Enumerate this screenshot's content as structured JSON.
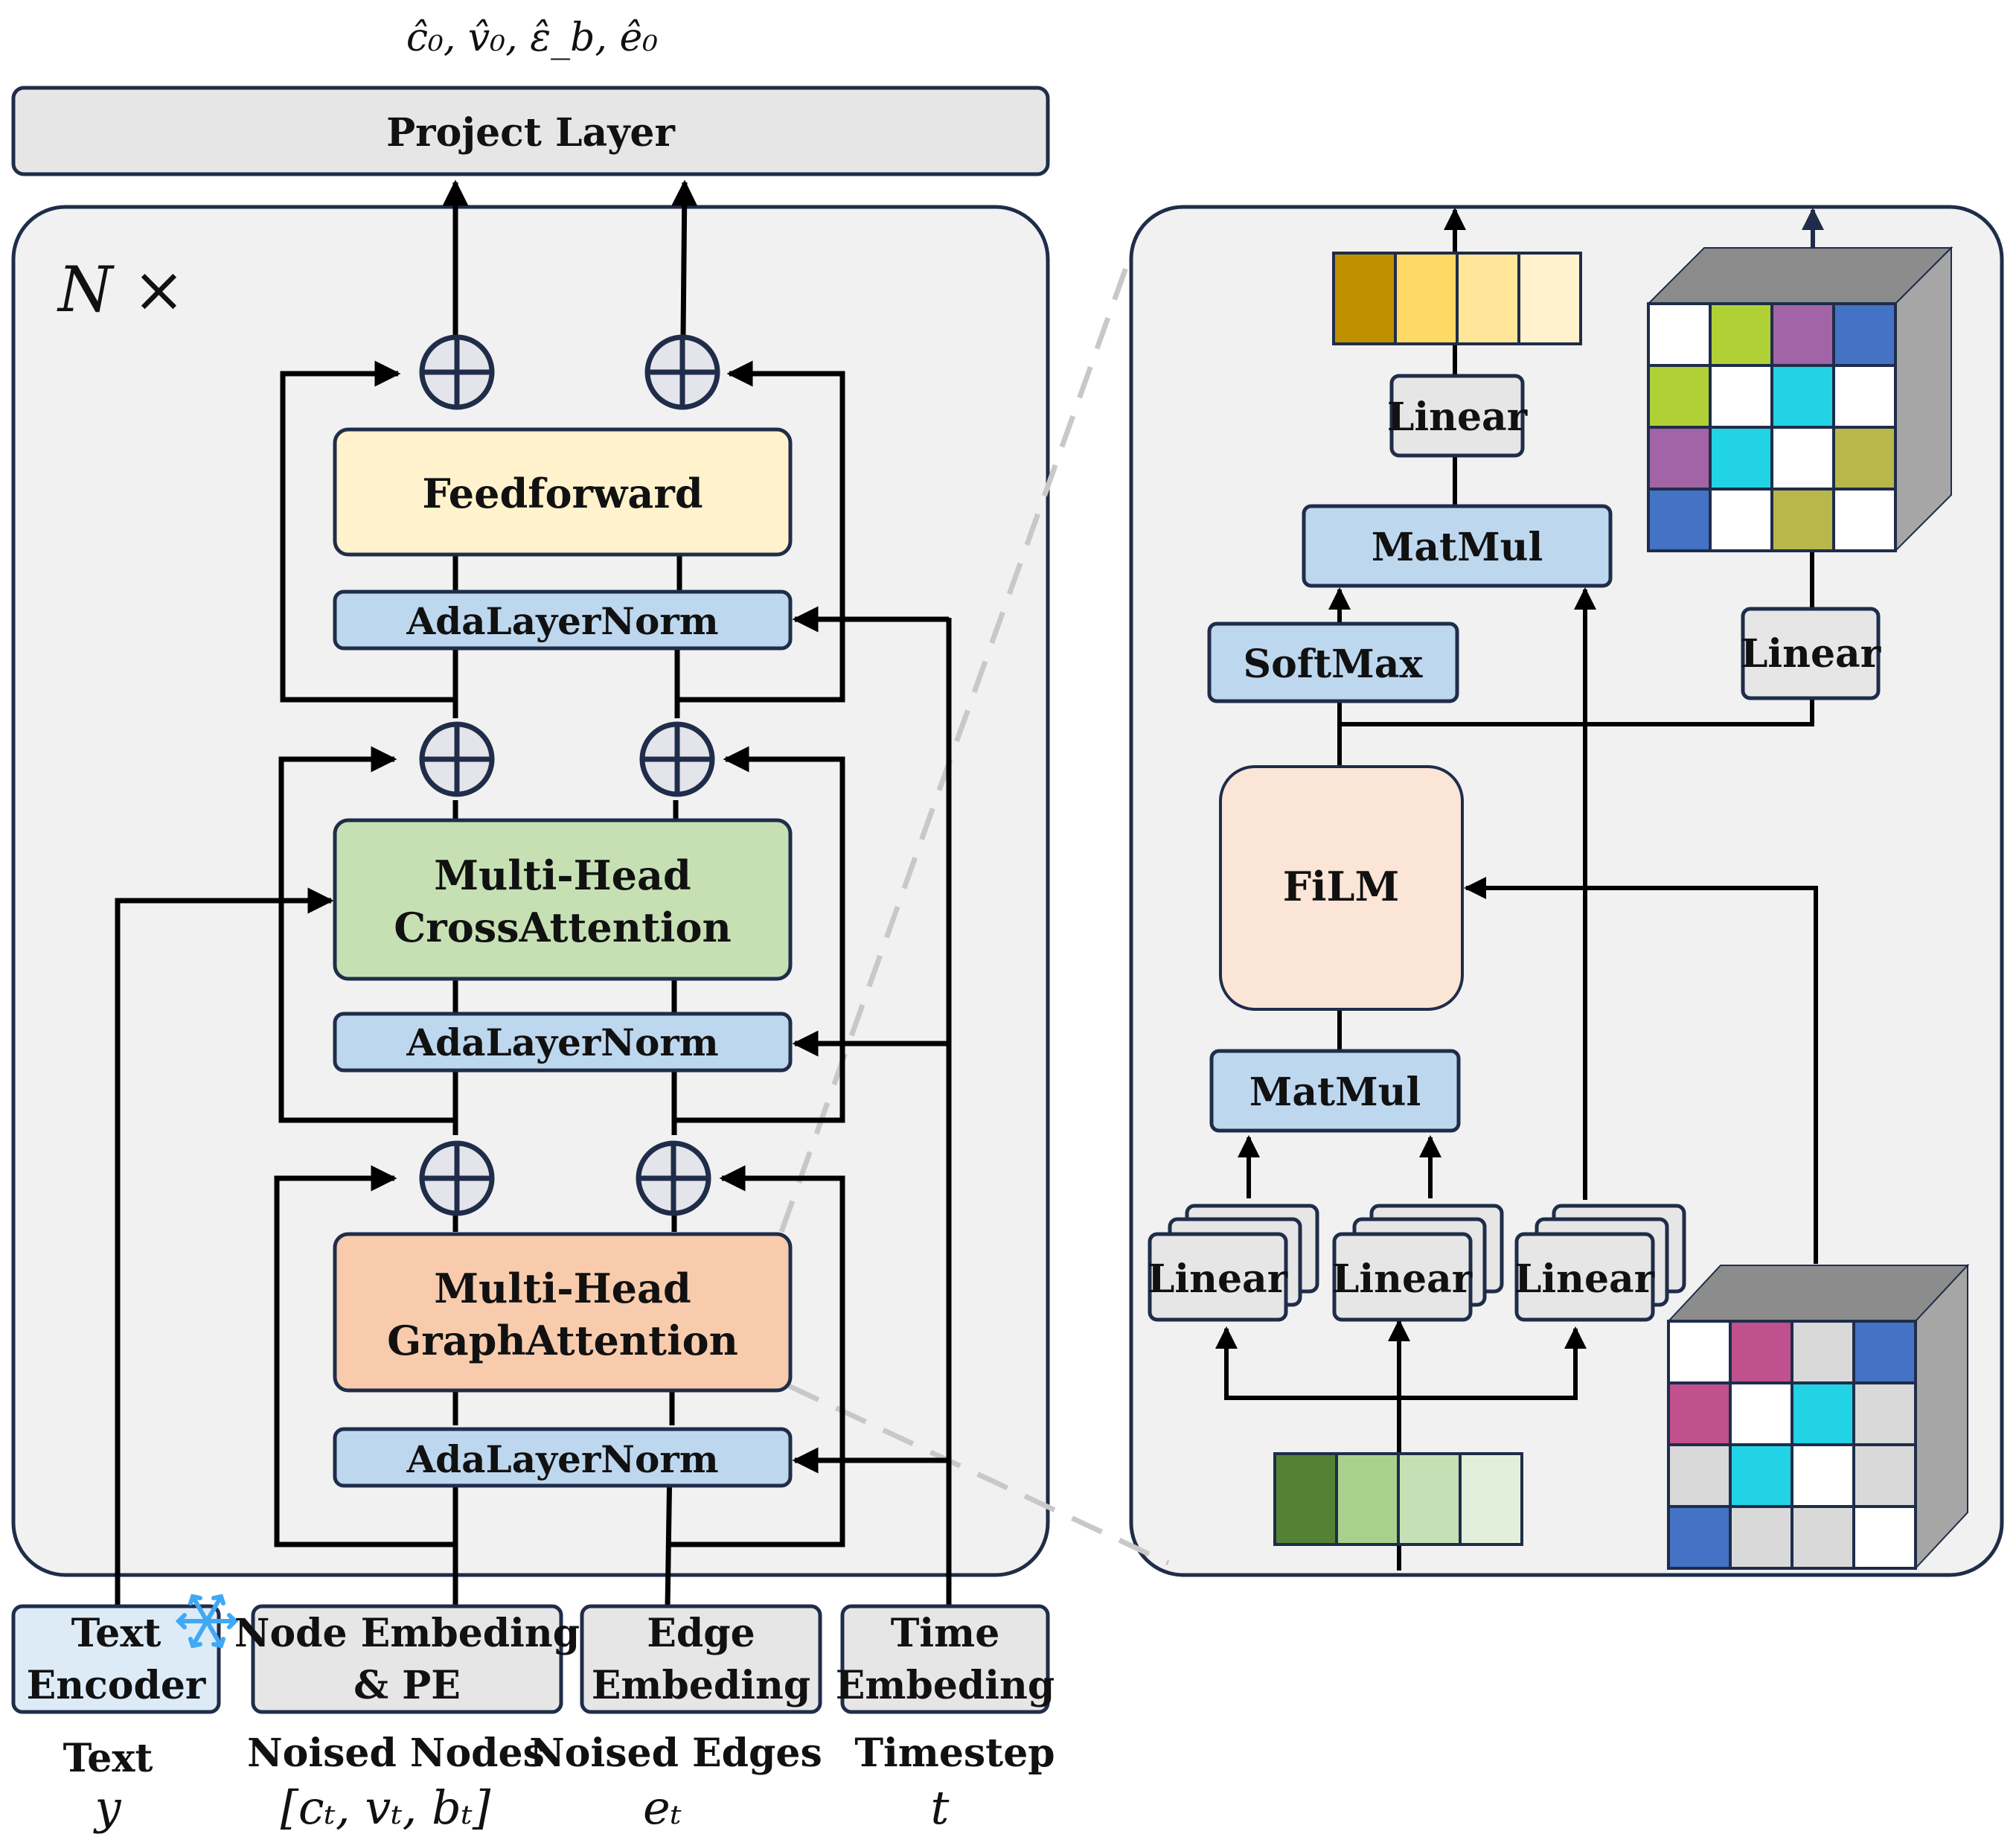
{
  "output_label": "ĉ₀, v̂₀, ε̂_b, ê₀",
  "project_layer": "Project Layer",
  "repeat_label": "N ×",
  "blocks": {
    "feedforward": "Feedforward",
    "adanorm_top": "AdaLayerNorm",
    "cross_attn_line1": "Multi-Head",
    "cross_attn_line2": "CrossAttention",
    "adanorm_mid": "AdaLayerNorm",
    "graph_attn_line1": "Multi-Head",
    "graph_attn_line2": "GraphAttention",
    "adanorm_bottom": "AdaLayerNorm"
  },
  "encoders": {
    "text_line1": "Text",
    "text_line2": "Encoder",
    "node_line1": "Node Embeding",
    "node_line2": "& PE",
    "edge_line1": "Edge",
    "edge_line2": "Embeding",
    "time_line1": "Time",
    "time_line2": "Embeding"
  },
  "inputs": {
    "text_label": "Text",
    "text_sym": "y",
    "nodes_label": "Noised Nodes",
    "nodes_sym": "[cₜ, vₜ, bₜ]",
    "edges_label": "Noised Edges",
    "edges_sym": "eₜ",
    "time_label": "Timestep",
    "time_sym": "t"
  },
  "detail": {
    "linear_out": "Linear",
    "matmul_top": "MatMul",
    "softmax": "SoftMax",
    "linear_right": "Linear",
    "film": "FiLM",
    "matmul_bottom": "MatMul",
    "linear_q": "Linear",
    "linear_k": "Linear",
    "linear_v": "Linear"
  },
  "colors": {
    "panel_bg": "#f1f1f1",
    "border": "#1f2d4a",
    "project_bg": "#e6e6e6",
    "adanorm_bg": "#bdd7ee",
    "feedforward_bg": "#fff2cc",
    "cross_attn_bg": "#c6e0b4",
    "graph_attn_bg": "#f8cbad",
    "film_bg": "#fbe5d6",
    "text_encoder_bg": "#ddebf7",
    "gray_box_bg": "#e7e6e6"
  },
  "icons": {
    "adder": "circle-plus-icon",
    "frozen": "snowflake-icon"
  },
  "vectors": {
    "output_vector_colors": [
      "#bf9000",
      "#ffd966",
      "#ffe699",
      "#fff2cc"
    ],
    "input_vector_colors": [
      "#548235",
      "#a9d18e",
      "#c5e0b4",
      "#e2efda"
    ]
  },
  "matrices": {
    "top_matrix_colors": [
      [
        "#ffffff",
        "#b0d136",
        "#a264a6",
        "#4472c4"
      ],
      [
        "#b0d136",
        "#ffffff",
        "#22d3e6",
        "#ffffff"
      ],
      [
        "#a264a6",
        "#22d3e6",
        "#ffffff",
        "#b8b84a"
      ],
      [
        "#4472c4",
        "#ffffff",
        "#b8b84a",
        "#ffffff"
      ]
    ],
    "bottom_matrix_colors": [
      [
        "#ffffff",
        "#c0508e",
        "#d9d9d9",
        "#4472c4"
      ],
      [
        "#c0508e",
        "#ffffff",
        "#22d3e6",
        "#d9d9d9"
      ],
      [
        "#d9d9d9",
        "#22d3e6",
        "#ffffff",
        "#d9d9d9"
      ],
      [
        "#4472c4",
        "#d9d9d9",
        "#d9d9d9",
        "#ffffff"
      ]
    ]
  }
}
